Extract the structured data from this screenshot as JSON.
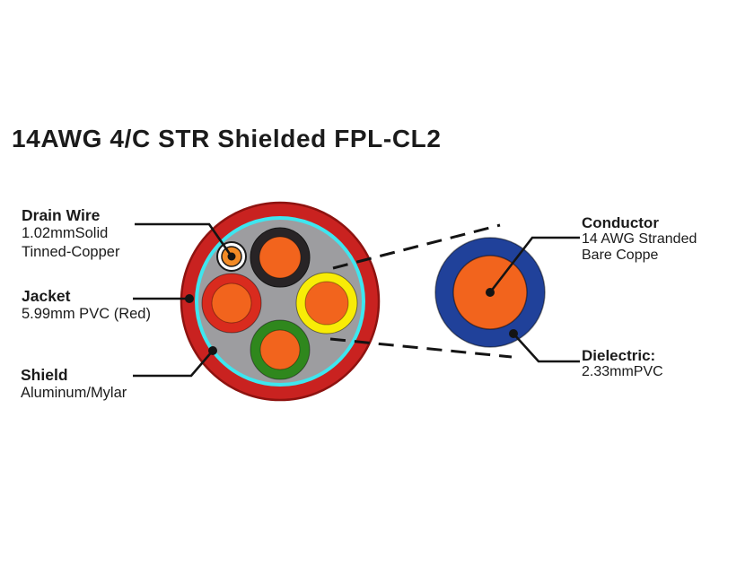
{
  "title": "14AWG 4/C STR Shielded FPL-CL2",
  "callouts": {
    "drain_wire": {
      "heading": "Drain Wire",
      "lines": [
        "1.02mmSolid",
        "Tinned-Copper"
      ]
    },
    "jacket": {
      "heading": "Jacket",
      "lines": [
        "5.99mm PVC (Red)"
      ]
    },
    "shield": {
      "heading": "Shield",
      "lines": [
        "Aluminum/Mylar"
      ]
    },
    "conductor": {
      "heading": "Conductor",
      "lines": [
        "14 AWG Stranded",
        "Bare Coppe"
      ]
    },
    "dielectric": {
      "heading": "Dielectric:",
      "lines": [
        "2.33mmPVC"
      ]
    }
  },
  "colors": {
    "background": "#ffffff",
    "text": "#1b1b1b",
    "line": "#141414",
    "jacket": "#c92220",
    "jacket_edge": "#8e1310",
    "shield_gray": "#9d9da0",
    "shield_tape_cyan": "#3ee6ef",
    "insulation_black": "#282426",
    "insulation_red": "#d92b1e",
    "insulation_yellow": "#f8ec07",
    "insulation_green": "#2f871d",
    "conductor_orange": "#f2641d",
    "drain_orange": "#f28a25",
    "drain_white": "#ffffff",
    "dielectric_blue": "#20419a"
  }
}
